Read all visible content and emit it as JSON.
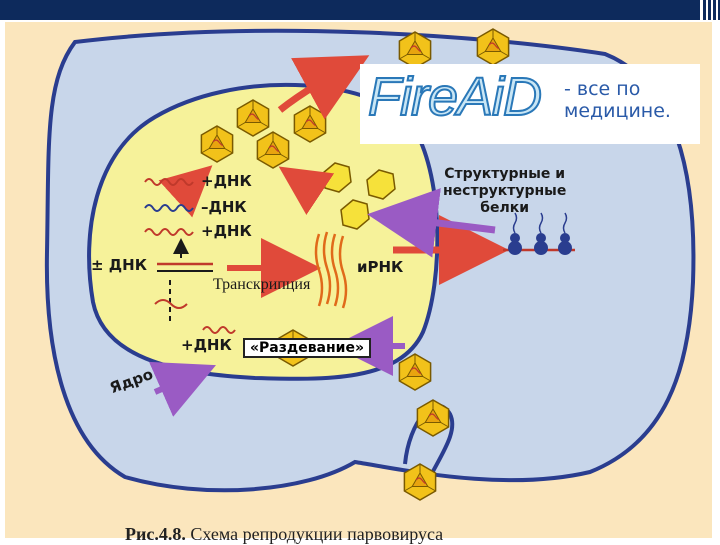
{
  "title": "Рис.4.8. Схема репродукции парвовируса",
  "caption_num": "Рис.4.8.",
  "caption_text": "Схема репродукции парвовируса",
  "watermark": {
    "logo": "FireAiD",
    "tagline": "- все по\nмедицине."
  },
  "labels": {
    "dna_plus_1": "+ДНК",
    "dna_minus": "–ДНК",
    "dna_plus_2": "+ДНК",
    "dna_pm": "± ДНК",
    "transcription": "Транскрипция",
    "mrna": "иРНК",
    "uncoating": "«Раздевание»",
    "dna_plus_3": "+ДНК",
    "proteins": "Структурные и\nнеструктурные\nбелки",
    "nucleus": "Ядро"
  },
  "colors": {
    "cell": "#c8d6ea",
    "nucleus": "#f6f29a",
    "membrane": "#2a3d8f",
    "virus": "#f2c21a",
    "arrow_red": "#e04a3a",
    "arrow_purple": "#9a5bc4",
    "topbar": "#0d2a5c"
  }
}
